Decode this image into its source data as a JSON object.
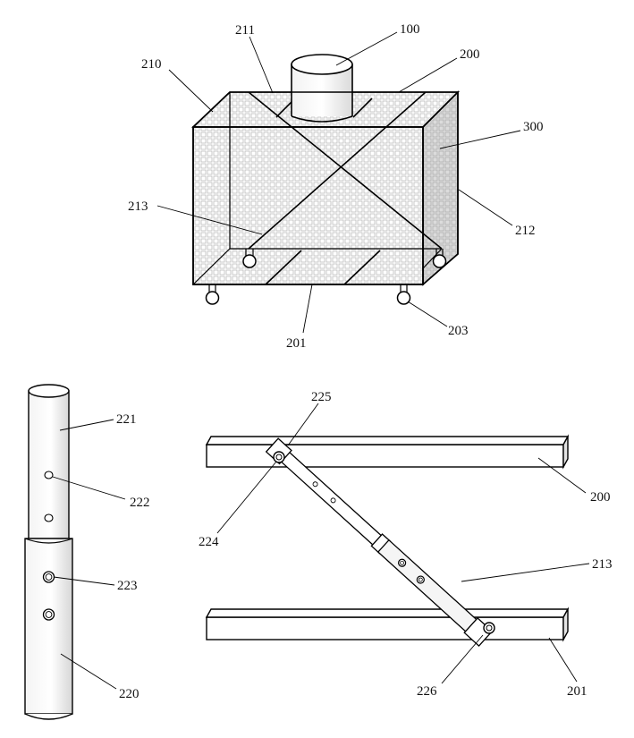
{
  "labels": {
    "l100": "100",
    "l200_top": "200",
    "l210": "210",
    "l211": "211",
    "l300": "300",
    "l213_top": "213",
    "l212": "212",
    "l201_top": "201",
    "l203": "203",
    "l221": "221",
    "l222": "222",
    "l223": "223",
    "l220": "220",
    "l225": "225",
    "l224": "224",
    "l200_bottom": "200",
    "l213_bottom": "213",
    "l226": "226",
    "l201_bottom": "201"
  },
  "colors": {
    "stroke": "#000000",
    "mesh": "#b8b8b8",
    "side_face": "#d2d2d2",
    "paper": "#ffffff"
  }
}
